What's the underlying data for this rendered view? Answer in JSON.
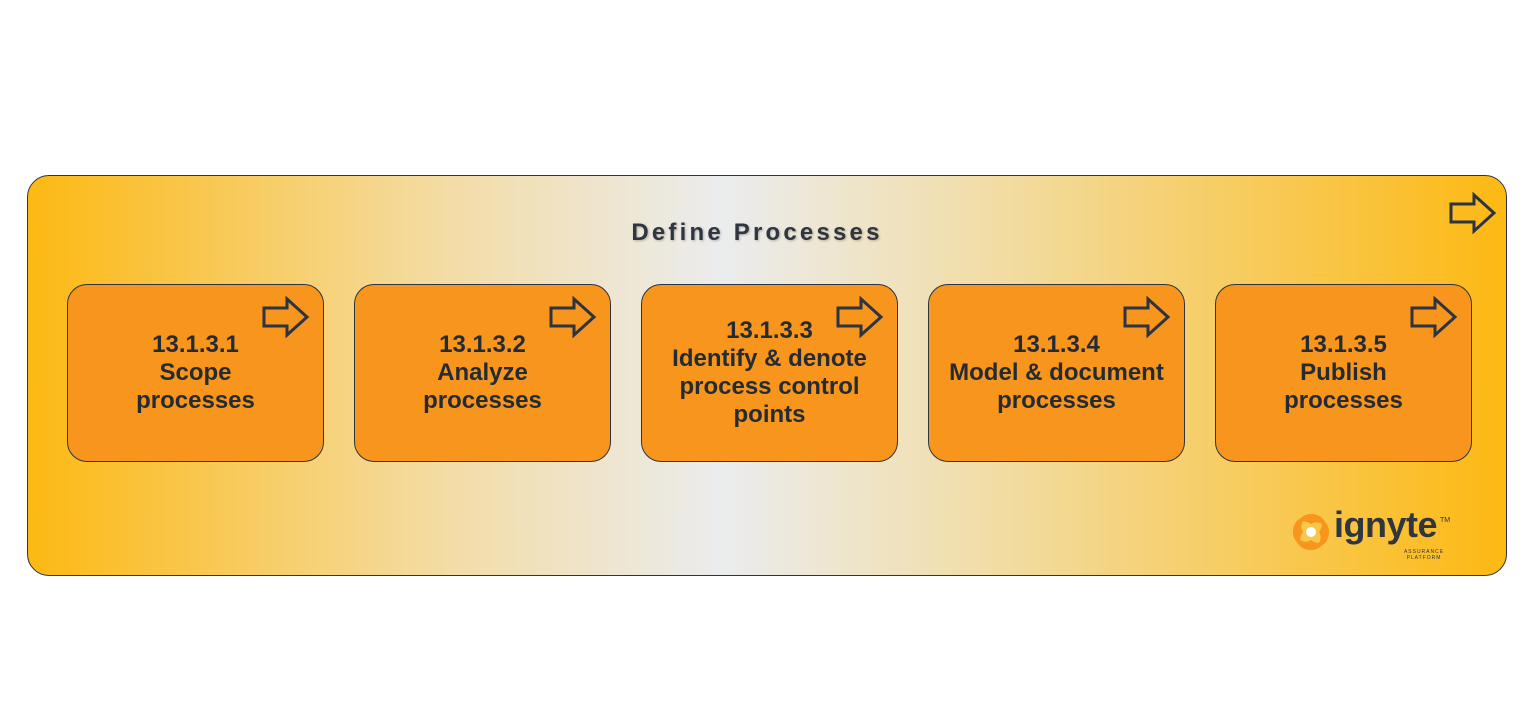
{
  "diagram": {
    "title": "Define Processes",
    "steps": [
      {
        "id": "13.1.3.1",
        "lines": [
          "Scope",
          "processes"
        ]
      },
      {
        "id": "13.1.3.2",
        "lines": [
          "Analyze",
          "processes"
        ]
      },
      {
        "id": "13.1.3.3",
        "lines": [
          "Identify & denote",
          "process control",
          "points"
        ]
      },
      {
        "id": "13.1.3.4",
        "lines": [
          "Model & document",
          "processes"
        ]
      },
      {
        "id": "13.1.3.5",
        "lines": [
          "Publish",
          "processes"
        ]
      }
    ],
    "icons": {
      "step_arrow": "right-arrow-outline-icon",
      "panel_arrow": "right-arrow-outline-icon"
    },
    "colors": {
      "step_fill": "#f7951d",
      "panel_edge": "#fdb913",
      "panel_center": "#ebecee",
      "text": "#252b33"
    }
  },
  "logo": {
    "name": "ignyte",
    "tagline_1": "ASSURANCE",
    "tagline_2": "PLATFORM",
    "tm": "TM"
  }
}
